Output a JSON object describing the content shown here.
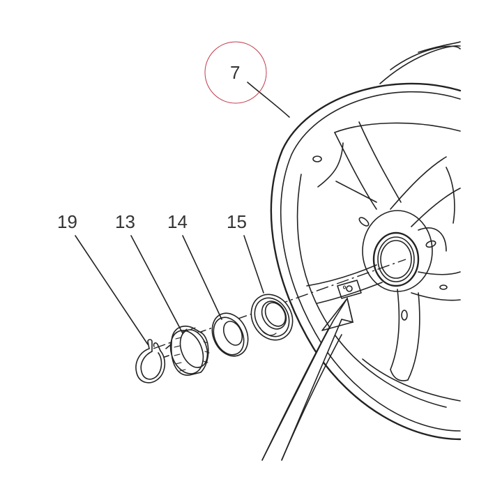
{
  "labels": {
    "wheel": "7",
    "clip": "19",
    "ring_nut": "13",
    "washer": "14",
    "seal": "15"
  },
  "colors": {
    "highlight_circle": "#c0394a",
    "line": "#222222",
    "label": "#333333"
  },
  "icons": {
    "pointer_arrow": "arrow-icon"
  }
}
